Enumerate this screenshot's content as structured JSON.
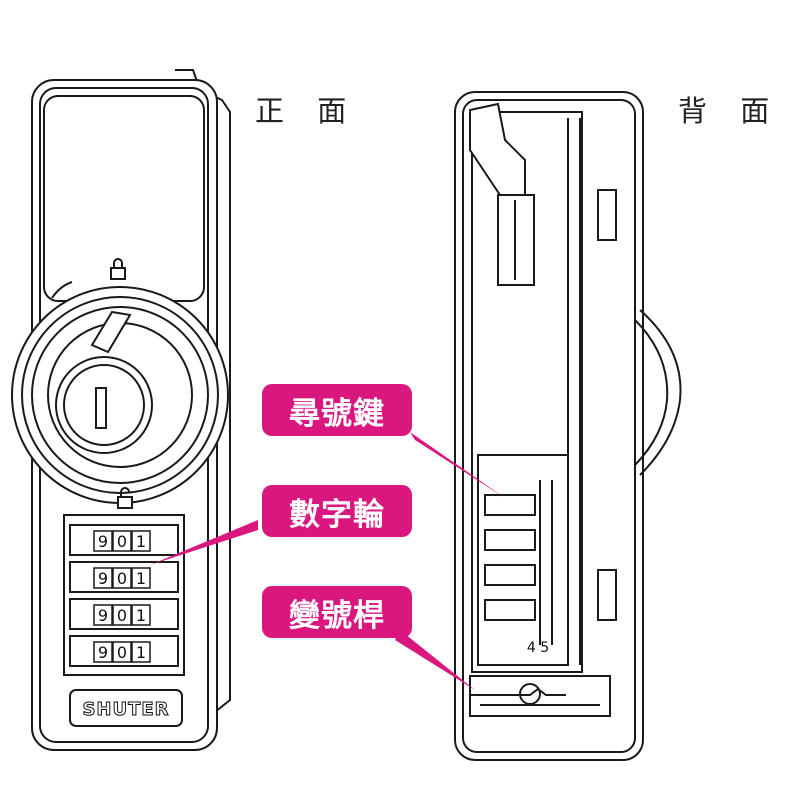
{
  "views": {
    "front_title": "正 面",
    "back_title": "背 面"
  },
  "callouts": {
    "search_key": "尋號鍵",
    "number_wheel": "數字輪",
    "change_lever": "變號桿"
  },
  "dials": {
    "front_rows": [
      {
        "a": "9",
        "b": "0",
        "c": "1"
      },
      {
        "a": "9",
        "b": "0",
        "c": "1"
      },
      {
        "a": "9",
        "b": "0",
        "c": "1"
      },
      {
        "a": "9",
        "b": "0",
        "c": "1"
      }
    ],
    "back_digits": "4 5"
  },
  "brand": "SHUTER",
  "colors": {
    "callout": "#d9177f",
    "line": "#1a1a1a"
  }
}
